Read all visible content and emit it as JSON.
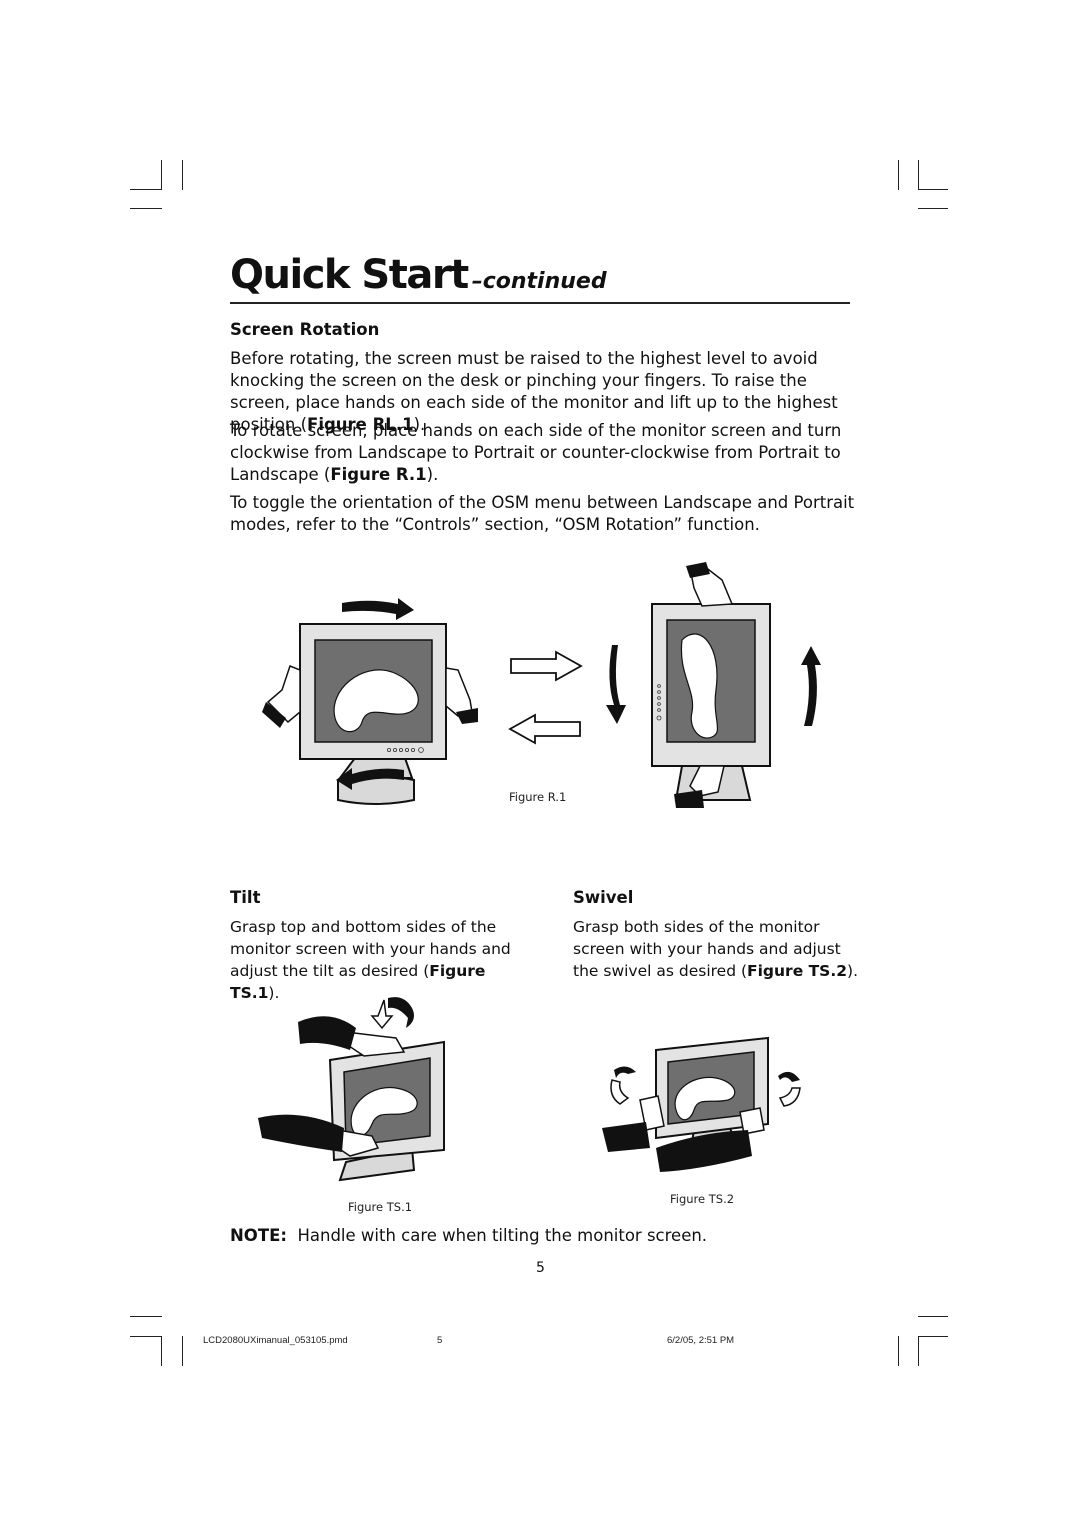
{
  "page": {
    "title": "Quick Start",
    "title_suffix": "–continued",
    "page_number": "5"
  },
  "screen_rotation": {
    "heading": "Screen Rotation",
    "p1_text": "Before rotating, the screen must be raised to the highest level to avoid knocking the screen on the desk or pinching your fingers. To raise the screen, place hands on each side of the monitor and lift up to the highest position (",
    "p1_ref": "Figure RL.1",
    "p1_end": ").",
    "p2_text": "To rotate screen, place hands on each side of the monitor screen and turn clockwise from Landscape to Portrait or counter-clockwise from Portrait to Landscape (",
    "p2_ref": "Figure R.1",
    "p2_end": ").",
    "p3_text": "To toggle the orientation of the OSM menu between Landscape and Portrait modes, refer to the “Controls” section, “OSM Rotation” function.",
    "figure_caption": "Figure R.1"
  },
  "tilt": {
    "heading": "Tilt",
    "text": "Grasp top and bottom sides of the monitor screen with your hands and adjust the tilt as desired (",
    "ref": "Figure TS.1",
    "end": ").",
    "figure_caption": "Figure TS.1"
  },
  "swivel": {
    "heading": "Swivel",
    "text": "Grasp both sides of the monitor screen with your hands and adjust the swivel as desired (",
    "ref": "Figure TS.2",
    "end": ").",
    "figure_caption": "Figure TS.2"
  },
  "note": {
    "label": "NOTE:",
    "text": "Handle with care when tilting the monitor screen."
  },
  "footer": {
    "filename": "LCD2080UXimanual_053105.pmd",
    "page": "5",
    "timestamp": "6/2/05, 2:51 PM"
  },
  "icons": [
    "crop-mark-icon",
    "monitor-illustration-icon",
    "rotate-arrow-icon",
    "hand-icon"
  ]
}
